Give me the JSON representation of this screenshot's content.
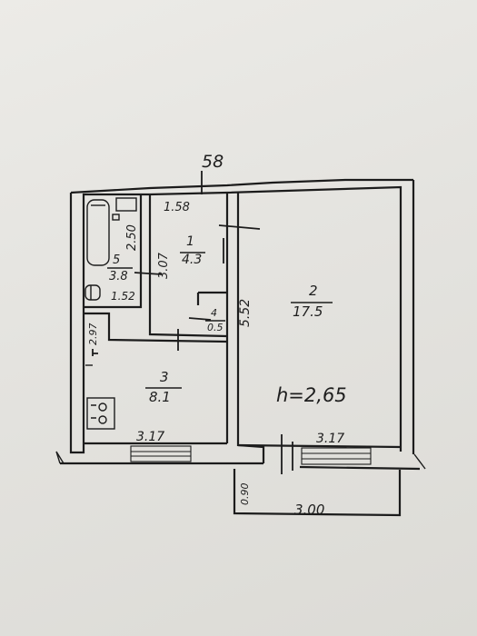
{
  "plan": {
    "label_top": "58",
    "label_top_color": "#d23a4a",
    "height_note": "h=2,65",
    "height_note_color": "#3a46a8",
    "rooms": [
      {
        "number": "1",
        "area": "4.3"
      },
      {
        "number": "2",
        "area": "17.5"
      },
      {
        "number": "3",
        "area": "8.1"
      },
      {
        "number": "4",
        "area": "0.5"
      },
      {
        "number": "5",
        "area": "3.8"
      }
    ],
    "dimensions": {
      "hall_width": "1.58",
      "hall_length": "3.07",
      "bath_length": "2.50",
      "bath_width": "1.52",
      "room2_length": "5.52",
      "kitchen_side": "2.97",
      "kitchen_width": "3.17",
      "room2_width": "3.17",
      "balcony_length": "3.00",
      "balcony_depth": "0.90"
    }
  }
}
